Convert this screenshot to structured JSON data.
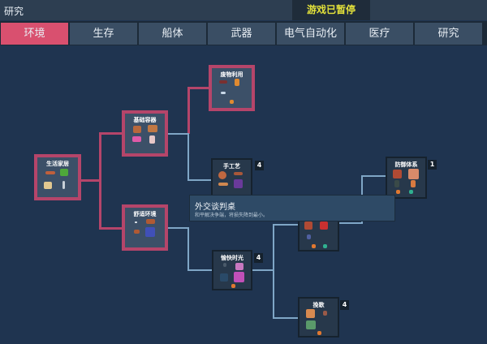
{
  "window": {
    "title": "研究",
    "status": "游戏已暂停"
  },
  "tabs": [
    {
      "label": "环境",
      "active": true
    },
    {
      "label": "生存"
    },
    {
      "label": "船体"
    },
    {
      "label": "武器"
    },
    {
      "label": "电气自动化"
    },
    {
      "label": "医疗"
    },
    {
      "label": "研究"
    }
  ],
  "nodes": {
    "living": {
      "label": "生活家居",
      "researched": true
    },
    "containers": {
      "label": "基础容器",
      "researched": true
    },
    "recycling": {
      "label": "废物利用",
      "researched": true
    },
    "comfort": {
      "label": "舒适环境",
      "researched": true
    },
    "crafts": {
      "label": "手工艺",
      "badge": "4",
      "researched": false
    },
    "defense": {
      "label": "防御体系",
      "badge": "1",
      "researched": false
    },
    "diplomacy": {
      "label": "",
      "researched": false
    },
    "fun": {
      "label": "愉快时光",
      "badge": "4",
      "researched": false
    },
    "elegy": {
      "label": "挽歌",
      "badge": "4",
      "researched": false
    }
  },
  "tooltip": {
    "title": "外交谈判桌",
    "description": "和平解决争端，将损失降到最小。"
  },
  "colors": {
    "active_tab": "#d9506f",
    "researched_border": "#b5456a",
    "locked_line": "#7fa6c6",
    "paused_text": "#e4e23a"
  }
}
